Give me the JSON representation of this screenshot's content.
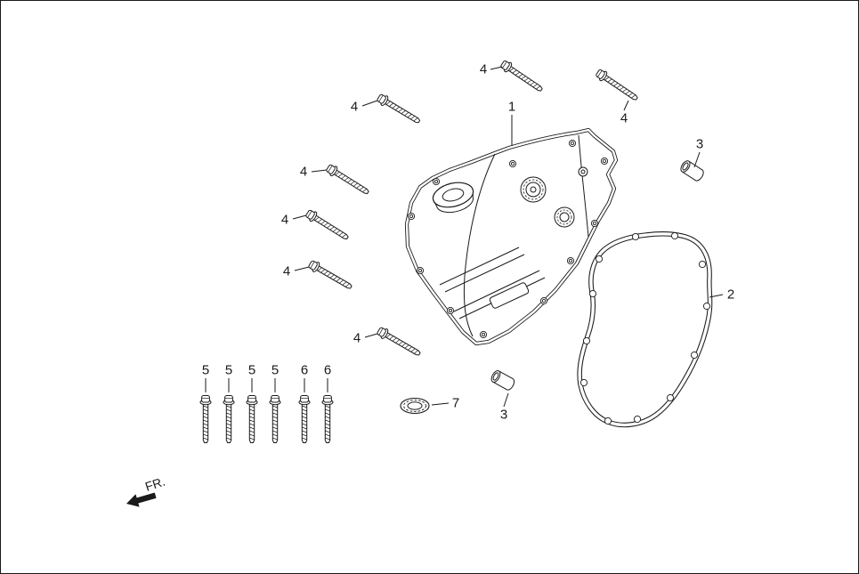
{
  "figure": {
    "kind": "exploded-parts-diagram",
    "background": "#ffffff",
    "line_color": "#1a1a1a",
    "direction_indicator": "FR."
  },
  "callouts": {
    "c1": {
      "part": "1"
    },
    "c2": {
      "part": "2"
    },
    "c3a": {
      "part": "3"
    },
    "c3b": {
      "part": "3"
    },
    "c4a": {
      "part": "4"
    },
    "c4b": {
      "part": "4"
    },
    "c4c": {
      "part": "4"
    },
    "c4d": {
      "part": "4"
    },
    "c4e": {
      "part": "4"
    },
    "c4f": {
      "part": "4"
    },
    "c4g": {
      "part": "4"
    },
    "c5a": {
      "part": "5"
    },
    "c5b": {
      "part": "5"
    },
    "c5c": {
      "part": "5"
    },
    "c5d": {
      "part": "5"
    },
    "c6a": {
      "part": "6"
    },
    "c6b": {
      "part": "6"
    },
    "c7": {
      "part": "7"
    }
  }
}
